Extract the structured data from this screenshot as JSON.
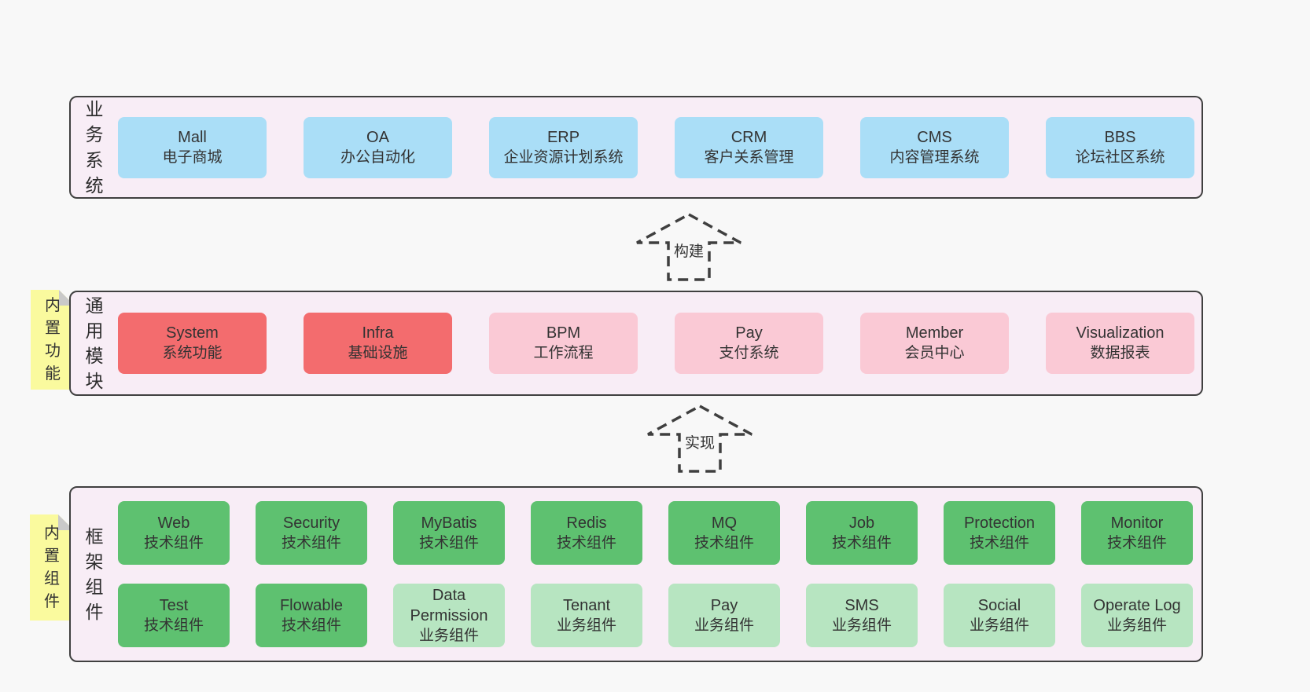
{
  "page": {
    "background": "#f8f8f8"
  },
  "colors": {
    "section_bg": "#f8edf6",
    "section_border": "#404040",
    "node_blue": "#aadef7",
    "node_red": "#f36c6e",
    "node_pink": "#fac9d5",
    "node_green_dark": "#5ec170",
    "node_green_light": "#b7e5c1",
    "sticky_yellow": "#fafa9e",
    "sticky_fold_gray": "#c9c9c9",
    "text": "#333333"
  },
  "sections": [
    {
      "label": "业务系统",
      "items": [
        {
          "name": "Mall",
          "desc": "电子商城"
        },
        {
          "name": "OA",
          "desc": "办公自动化"
        },
        {
          "name": "ERP",
          "desc": "企业资源计划系统"
        },
        {
          "name": "CRM",
          "desc": "客户关系管理"
        },
        {
          "name": "CMS",
          "desc": "内容管理系统"
        },
        {
          "name": "BBS",
          "desc": "论坛社区系统"
        }
      ]
    },
    {
      "label": "通用模块",
      "sticky": "内置功能",
      "items": [
        {
          "name": "System",
          "desc": "系统功能"
        },
        {
          "name": "Infra",
          "desc": "基础设施"
        },
        {
          "name": "BPM",
          "desc": "工作流程"
        },
        {
          "name": "Pay",
          "desc": "支付系统"
        },
        {
          "name": "Member",
          "desc": "会员中心"
        },
        {
          "name": "Visualization",
          "desc": "数据报表"
        }
      ]
    },
    {
      "label": "框架组件",
      "sticky": "内置组件",
      "row1": [
        {
          "name": "Web",
          "desc": "技术组件"
        },
        {
          "name": "Security",
          "desc": "技术组件"
        },
        {
          "name": "MyBatis",
          "desc": "技术组件"
        },
        {
          "name": "Redis",
          "desc": "技术组件"
        },
        {
          "name": "MQ",
          "desc": "技术组件"
        },
        {
          "name": "Job",
          "desc": "技术组件"
        },
        {
          "name": "Protection",
          "desc": "技术组件"
        },
        {
          "name": "Monitor",
          "desc": "技术组件"
        }
      ],
      "row2": [
        {
          "name": "Test",
          "desc": "技术组件"
        },
        {
          "name": "Flowable",
          "desc": "技术组件"
        },
        {
          "name": "Data Permission",
          "desc": "业务组件"
        },
        {
          "name": "Tenant",
          "desc": "业务组件"
        },
        {
          "name": "Pay",
          "desc": "业务组件"
        },
        {
          "name": "SMS",
          "desc": "业务组件"
        },
        {
          "name": "Social",
          "desc": "业务组件"
        },
        {
          "name": "Operate Log",
          "desc": "业务组件"
        }
      ]
    }
  ],
  "arrows": [
    {
      "label": "构建"
    },
    {
      "label": "实现"
    }
  ]
}
